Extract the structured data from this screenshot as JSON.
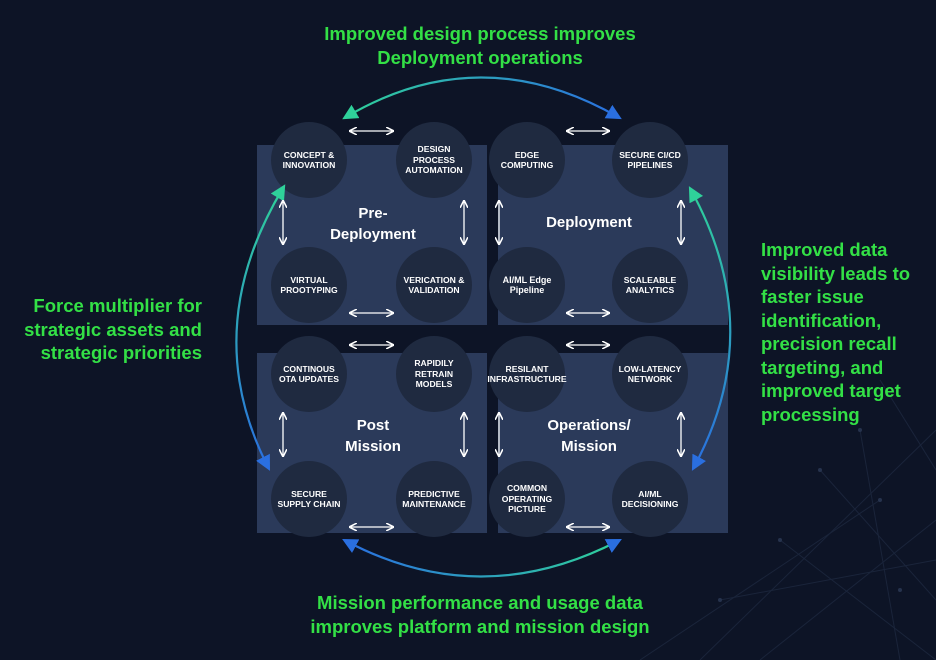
{
  "captions": {
    "top": "Improved design process improves\nDeployment operations",
    "left": "Force multiplier for\nstrategic assets and\nstrategic priorities",
    "right": "Improved data\nvisibility leads to\nfaster issue\nidentification,\nprecision recall\ntargeting, and\nimproved target\nprocessing",
    "bottom": "Mission performance and usage data\nimproves platform and mission design"
  },
  "quadrants": {
    "pre_deployment": {
      "label": "Pre-\nDeployment",
      "nodes": [
        "CONCEPT &\nINNOVATION",
        "DESIGN\nPROCESS\nAUTOMATION",
        "VIRTUAL\nPROOTYPING",
        "VERICATION &\nVALIDATION"
      ]
    },
    "deployment": {
      "label": "Deployment",
      "nodes": [
        "EDGE\nCOMPUTING",
        "SECURE CI/CD\nPIPELINES",
        "AI/ML Edge\nPipeline",
        "SCALEABLE\nANALYTICS"
      ]
    },
    "post_mission": {
      "label": "Post\nMission",
      "nodes": [
        "CONTINOUS\nOTA UPDATES",
        "RAPIDILY\nRETRAIN\nMODELS",
        "SECURE\nSUPPLY CHAIN",
        "PREDICTIVE\nMAINTENANCE"
      ]
    },
    "operations": {
      "label": "Operations/\nMission",
      "nodes": [
        "RESILANT\nINFRASTRUCTURE",
        "LOW-LATENCY\nNETWORK",
        "COMMON\nOPERATING\nPICTURE",
        "AI/ML\nDECISIONING"
      ]
    }
  },
  "colors": {
    "background": "#0d1426",
    "caption": "#33e046",
    "quadrant": "#2b3a5a",
    "node": "#1f2a40",
    "arc_start": "#2fd19a",
    "arc_end": "#2a6fe0"
  }
}
